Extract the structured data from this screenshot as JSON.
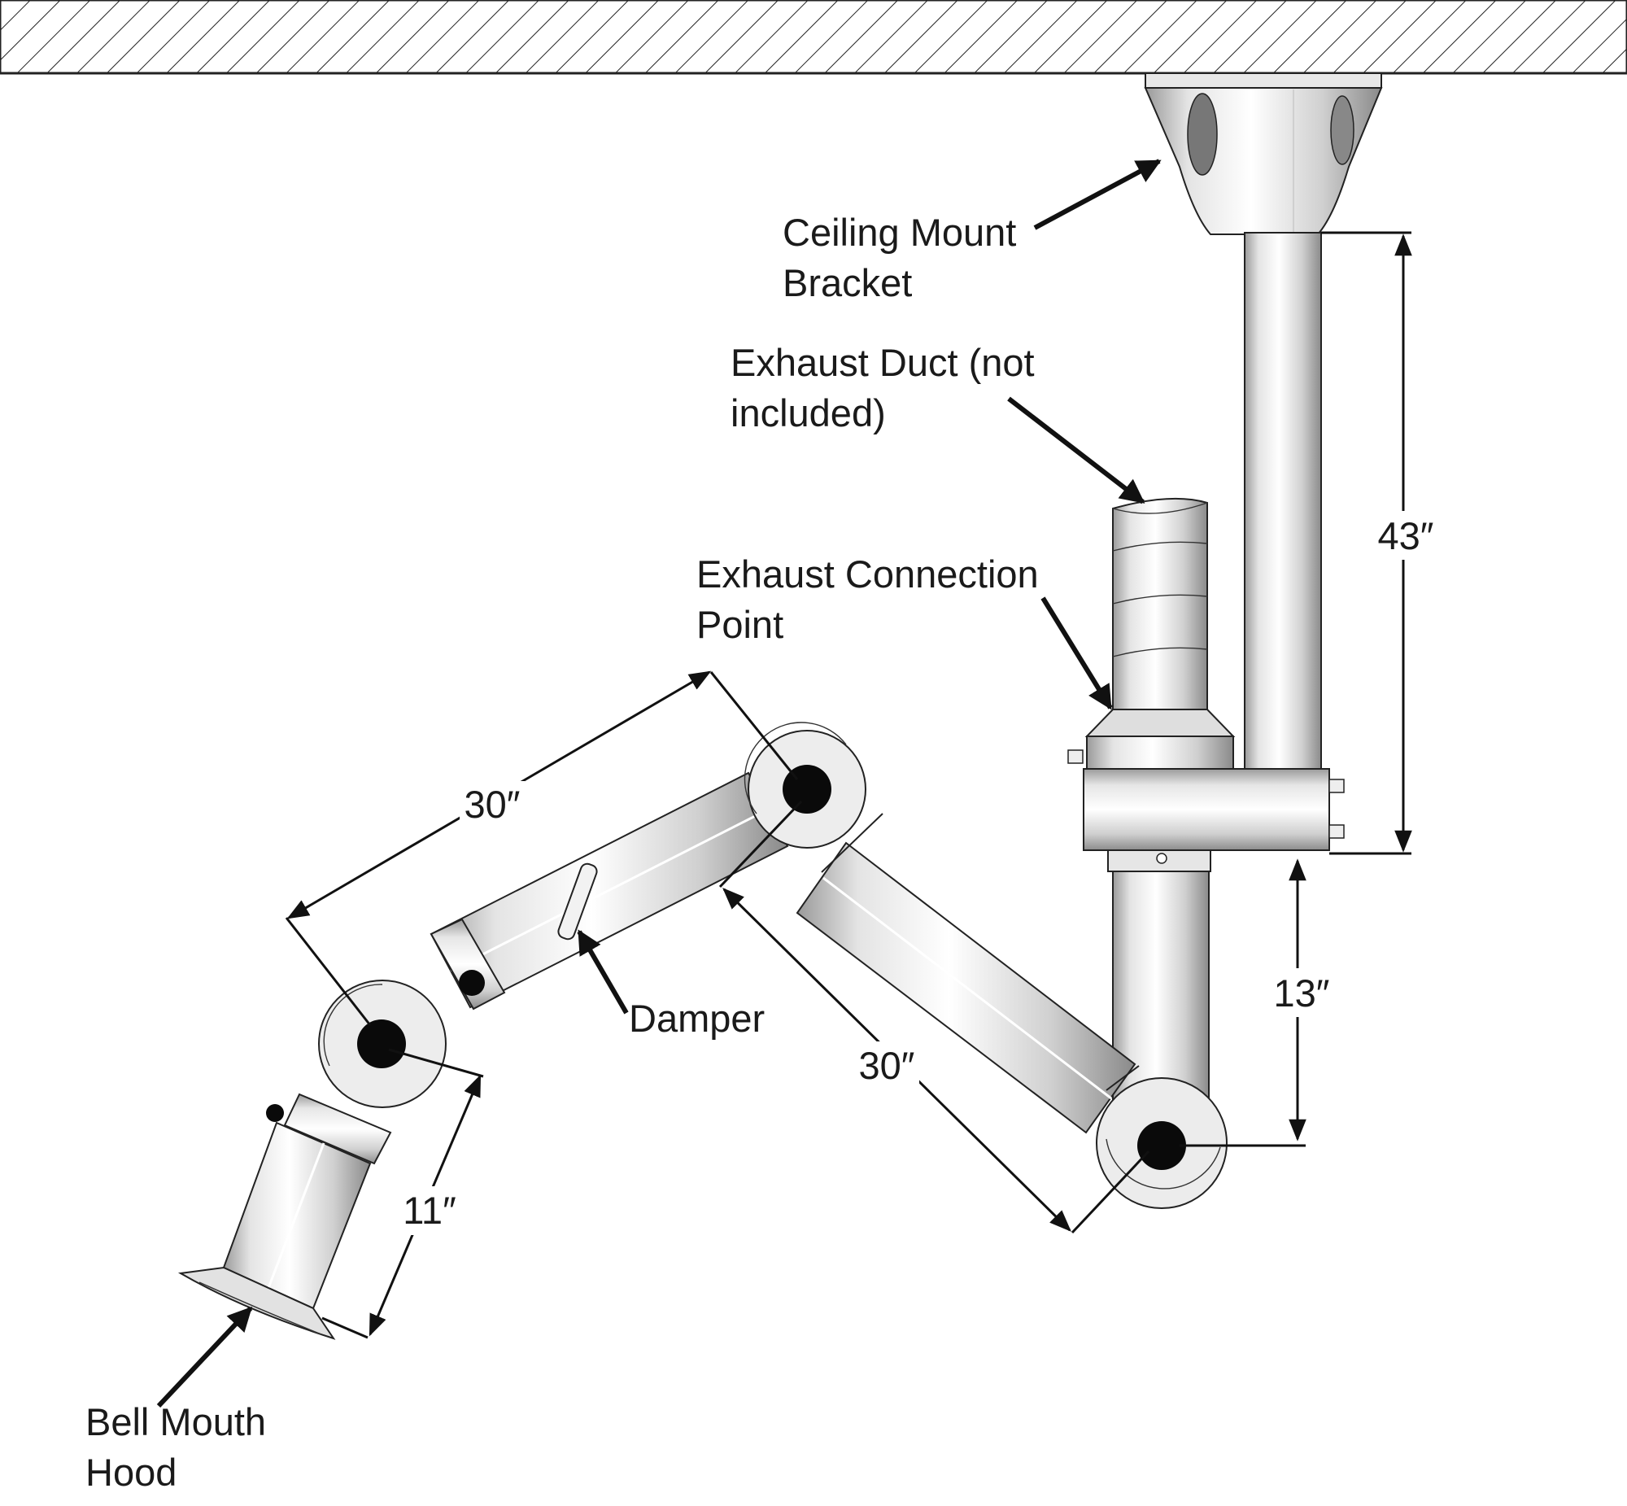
{
  "labels": {
    "ceiling_mount": [
      "Ceiling Mount",
      "Bracket"
    ],
    "exhaust_duct": [
      "Exhaust Duct (not",
      "included)"
    ],
    "exhaust_connection": [
      "Exhaust Connection",
      "Point"
    ],
    "damper": "Damper",
    "bell_mouth": [
      "Bell Mouth",
      "Hood"
    ]
  },
  "dimensions": {
    "drop_length": "43″",
    "offset_height": "13″",
    "upper_arm_length": "30″",
    "lower_arm_length": "30″",
    "hood_tube_length": "11″"
  },
  "colors": {
    "line": "#222222",
    "metal": "#d9d9d9",
    "joint": "#0a0a0a",
    "background": "#ffffff"
  }
}
